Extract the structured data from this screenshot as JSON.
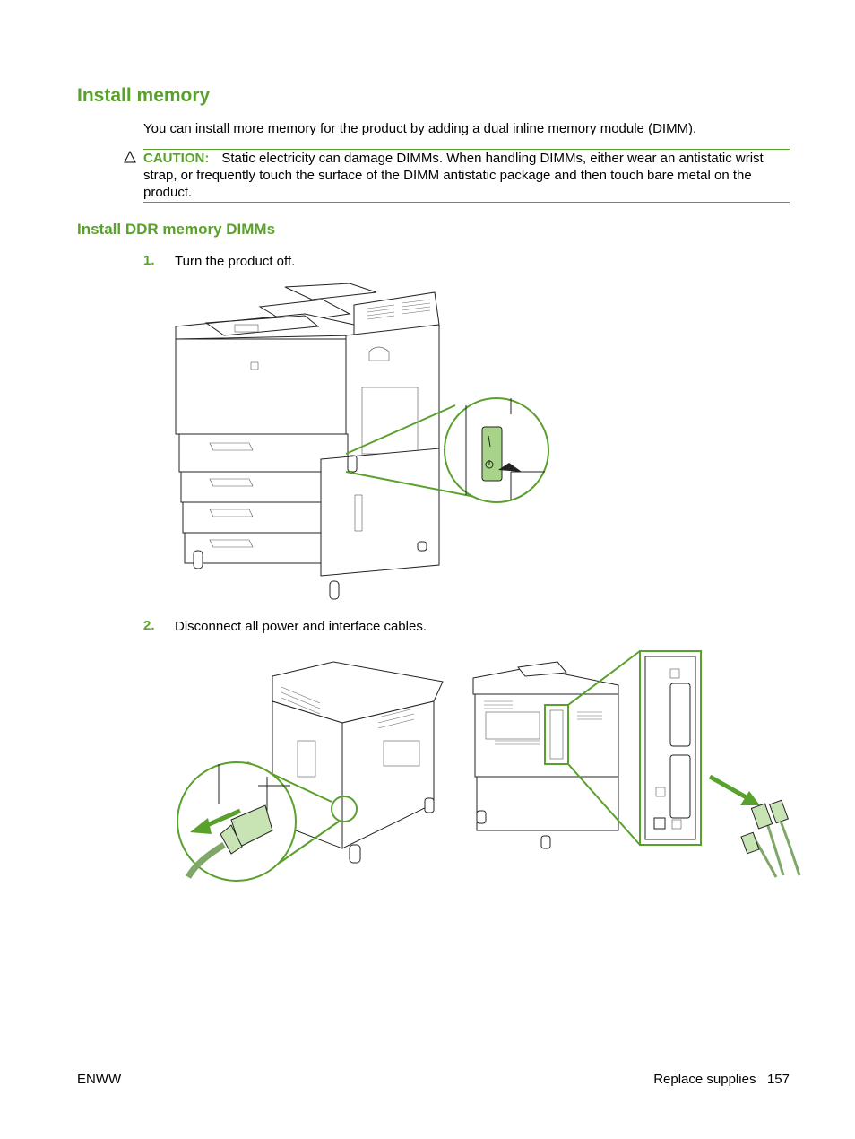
{
  "heading": "Install memory",
  "intro": "You can install more memory for the product by adding a dual inline memory module (DIMM).",
  "caution": {
    "label": "CAUTION:",
    "text": "Static electricity can damage DIMMs. When handling DIMMs, either wear an antistatic wrist strap, or frequently touch the surface of the DIMM antistatic package and then touch bare metal on the product."
  },
  "subheading": "Install DDR memory DIMMs",
  "steps": [
    {
      "number": "1.",
      "text": "Turn the product off."
    },
    {
      "number": "2.",
      "text": "Disconnect all power and interface cables."
    }
  ],
  "footer": {
    "left": "ENWW",
    "section": "Replace supplies",
    "page": "157"
  },
  "colors": {
    "accent": "#5aa02c"
  },
  "icons": [
    "caution-triangle-icon"
  ]
}
